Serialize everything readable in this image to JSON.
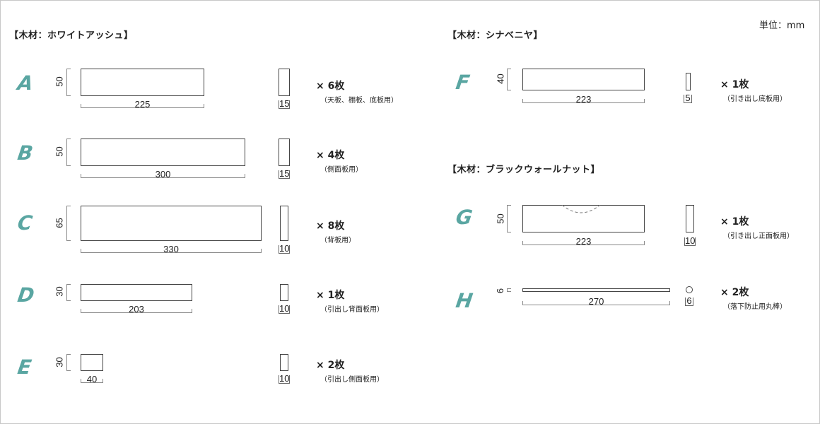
{
  "unit_label": "単位：mm",
  "sections": [
    {
      "title": "【木材：ホワイトアッシュ】",
      "parts": [
        {
          "letter": "A",
          "length": "225",
          "width": "50",
          "thickness": "15",
          "count": "× 6枚",
          "use": "（天板、棚板、底板用）"
        },
        {
          "letter": "B",
          "length": "300",
          "width": "50",
          "thickness": "15",
          "count": "× 4枚",
          "use": "（側面板用）"
        },
        {
          "letter": "C",
          "length": "330",
          "width": "65",
          "thickness": "10",
          "count": "× 8枚",
          "use": "（背板用）"
        },
        {
          "letter": "D",
          "length": "203",
          "width": "30",
          "thickness": "10",
          "count": "× 1枚",
          "use": "（引出し背面板用）"
        },
        {
          "letter": "E",
          "length": "40",
          "width": "30",
          "thickness": "10",
          "count": "× 2枚",
          "use": "（引出し側面板用）"
        }
      ]
    },
    {
      "title": "【木材：シナベニヤ】",
      "parts": [
        {
          "letter": "F",
          "length": "223",
          "width": "40",
          "thickness": "5",
          "count": "× 1枚",
          "use": "（引き出し底板用）"
        }
      ]
    },
    {
      "title": "【木材：ブラックウォールナット】",
      "parts": [
        {
          "letter": "G",
          "length": "223",
          "width": "50",
          "thickness": "10",
          "count": "× 1枚",
          "use": "（引き出し正面板用）"
        },
        {
          "letter": "H",
          "length": "270",
          "width": "6",
          "thickness": "6",
          "count": "× 2枚",
          "use": "（落下防止用丸棒）"
        }
      ]
    }
  ],
  "colors": {
    "letter_accent": "#5aa6a2",
    "outline": "#444444",
    "border": "#c8c8c8"
  }
}
